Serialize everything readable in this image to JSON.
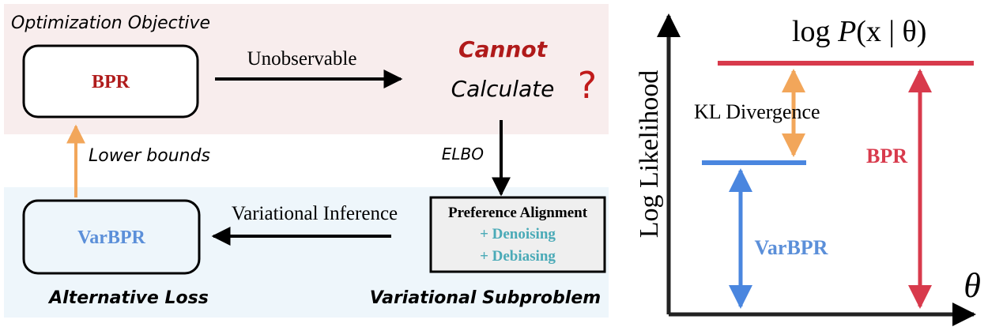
{
  "left_panel": {
    "top_label": "Optimization Objective",
    "bpr_box": "BPR",
    "unobservable": "Unobservable",
    "cannot": "Cannot",
    "calculate": "Calculate",
    "question_mark": "?",
    "elbo": "ELBO",
    "lower_bounds": "Lower bounds",
    "varbpr_box": "VarBPR",
    "variational_inference": "Variational Inference",
    "pref_title": "Preference Alignment",
    "pref_line1": "+ Denoising",
    "pref_line2": "+ Debiasing",
    "alternative_loss": "Alternative Loss",
    "variational_subproblem": "Variational Subproblem"
  },
  "right_panel": {
    "formula_prefix": "log",
    "formula_P": "P",
    "formula_args": "(x | θ)",
    "kl_divergence": "KL Divergence",
    "bpr": "BPR",
    "varbpr": "VarBPR",
    "y_axis_label": "Log Likelihood",
    "x_axis_label": "θ"
  },
  "colors": {
    "bpr_red": "#b01c1c",
    "cannot_red": "#b01a1a",
    "varbpr_blue": "#5b8fd9",
    "teal": "#4aaab7",
    "orange": "#f2a65a",
    "line_red": "#d83a4c",
    "line_blue": "#4a86df",
    "top_band": "#f8eded",
    "bottom_band": "#eef6fb"
  }
}
